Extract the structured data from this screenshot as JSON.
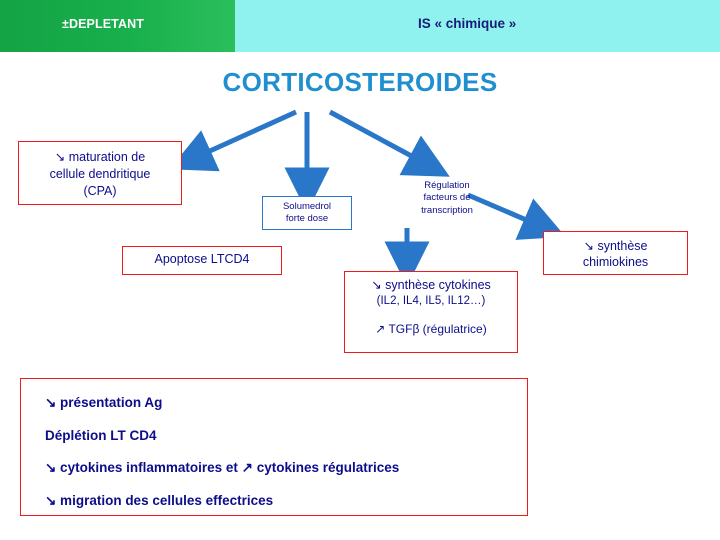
{
  "banner": {
    "left_label": "±DEPLETANT",
    "right_label": "IS « chimique »",
    "green_color": "#18b04c",
    "cyan_color": "#8ff2ef"
  },
  "title": "CORTICOSTEROIDES",
  "title_color": "#1f8fd0",
  "boxes": {
    "maturation": {
      "line1": "↘ maturation de",
      "line2": "cellule dendritique",
      "line3": "(CPA)",
      "border_color": "#ef1c1c"
    },
    "solumedrol": {
      "line1": "Solumedrol",
      "line2": "forte dose",
      "border_color": "#2a77c9"
    },
    "regulation": {
      "line1": "Régulation",
      "line2": "facteurs de",
      "line3": "transcription"
    },
    "apoptose": {
      "label": "Apoptose LTCD4",
      "border_color": "#ef1c1c"
    },
    "chimiokines": {
      "line1": "↘ synthèse",
      "line2": "chimiokines",
      "border_color": "#ef1c1c"
    },
    "cytokines": {
      "line1": "↘ synthèse cytokines",
      "line2": "(IL2, IL4, IL5, IL12…)",
      "line3": "↗ TGFβ (régulatrice)",
      "border_color": "#ef1c1c"
    }
  },
  "summary": {
    "border_color": "#ef1c1c",
    "lines": [
      "↘ présentation Ag",
      "Déplétion LT CD4",
      "↘ cytokines inflammatoires et ↗ cytokines régulatrices",
      "↘ migration des cellules effectrices"
    ]
  },
  "arrows": {
    "color": "#2a77c9",
    "count": 5
  }
}
